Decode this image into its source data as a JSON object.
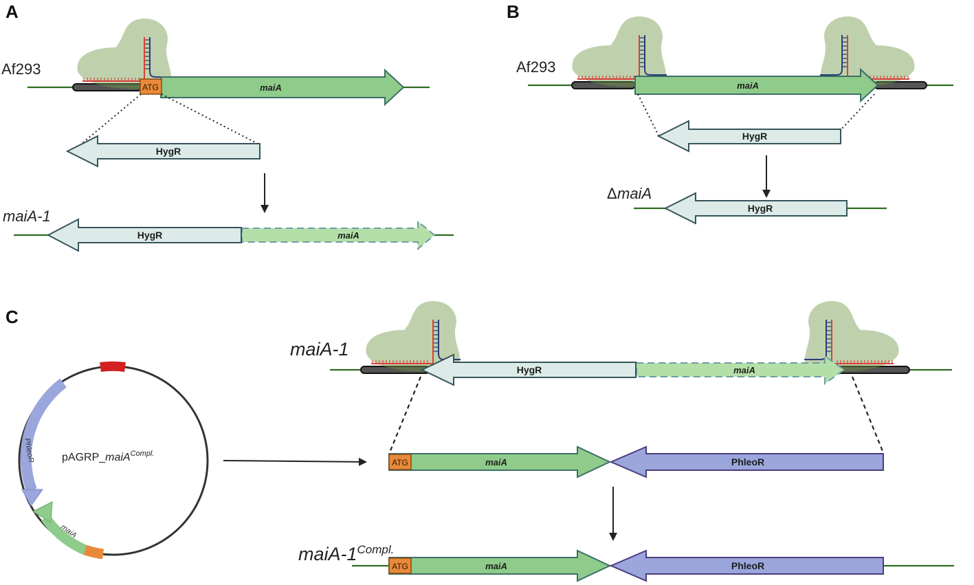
{
  "panels": {
    "a": {
      "letter": "A",
      "strain_top": "Af293",
      "atg": "ATG",
      "gene": "maiA",
      "cassette": "HygR",
      "result_strain": "maiA-1",
      "result_cassette": "HygR",
      "result_gene": "maiA"
    },
    "b": {
      "letter": "B",
      "strain_top": "Af293",
      "gene": "maiA",
      "cassette": "HygR",
      "result_strain_prefix": "Δ",
      "result_strain": "maiA",
      "result_cassette": "HygR"
    },
    "c": {
      "letter": "C",
      "plasmid_name_prefix": "pAGRP_",
      "plasmid_name_italic": "maiA",
      "plasmid_name_sup": "Compl.",
      "plasmid_phleo": "PhleoR",
      "plasmid_gene": "maiA",
      "strain_top": "maiA-1",
      "top_cassette": "HygR",
      "top_gene": "maiA",
      "insert_atg": "ATG",
      "insert_gene": "maiA",
      "insert_marker": "PhleoR",
      "result_strain": "maiA-1",
      "result_strain_sup": "Compl.",
      "result_atg": "ATG",
      "result_gene": "maiA",
      "result_marker": "PhleoR"
    }
  },
  "colors": {
    "gene": "#8fcb8a",
    "hygR": "#dcebe8",
    "phleoR": "#9aa6dc",
    "atg": "#e88a3a",
    "dna_line": "#2e6b1e",
    "cas9": "#6f9a48",
    "guide_red": "#d8413a",
    "guide_blue": "#2b3a7a",
    "plasmid_ori": "#d22020"
  },
  "icons": [
    "cas9-complex-icon",
    "guide-rna-icon",
    "plasmid-icon"
  ]
}
